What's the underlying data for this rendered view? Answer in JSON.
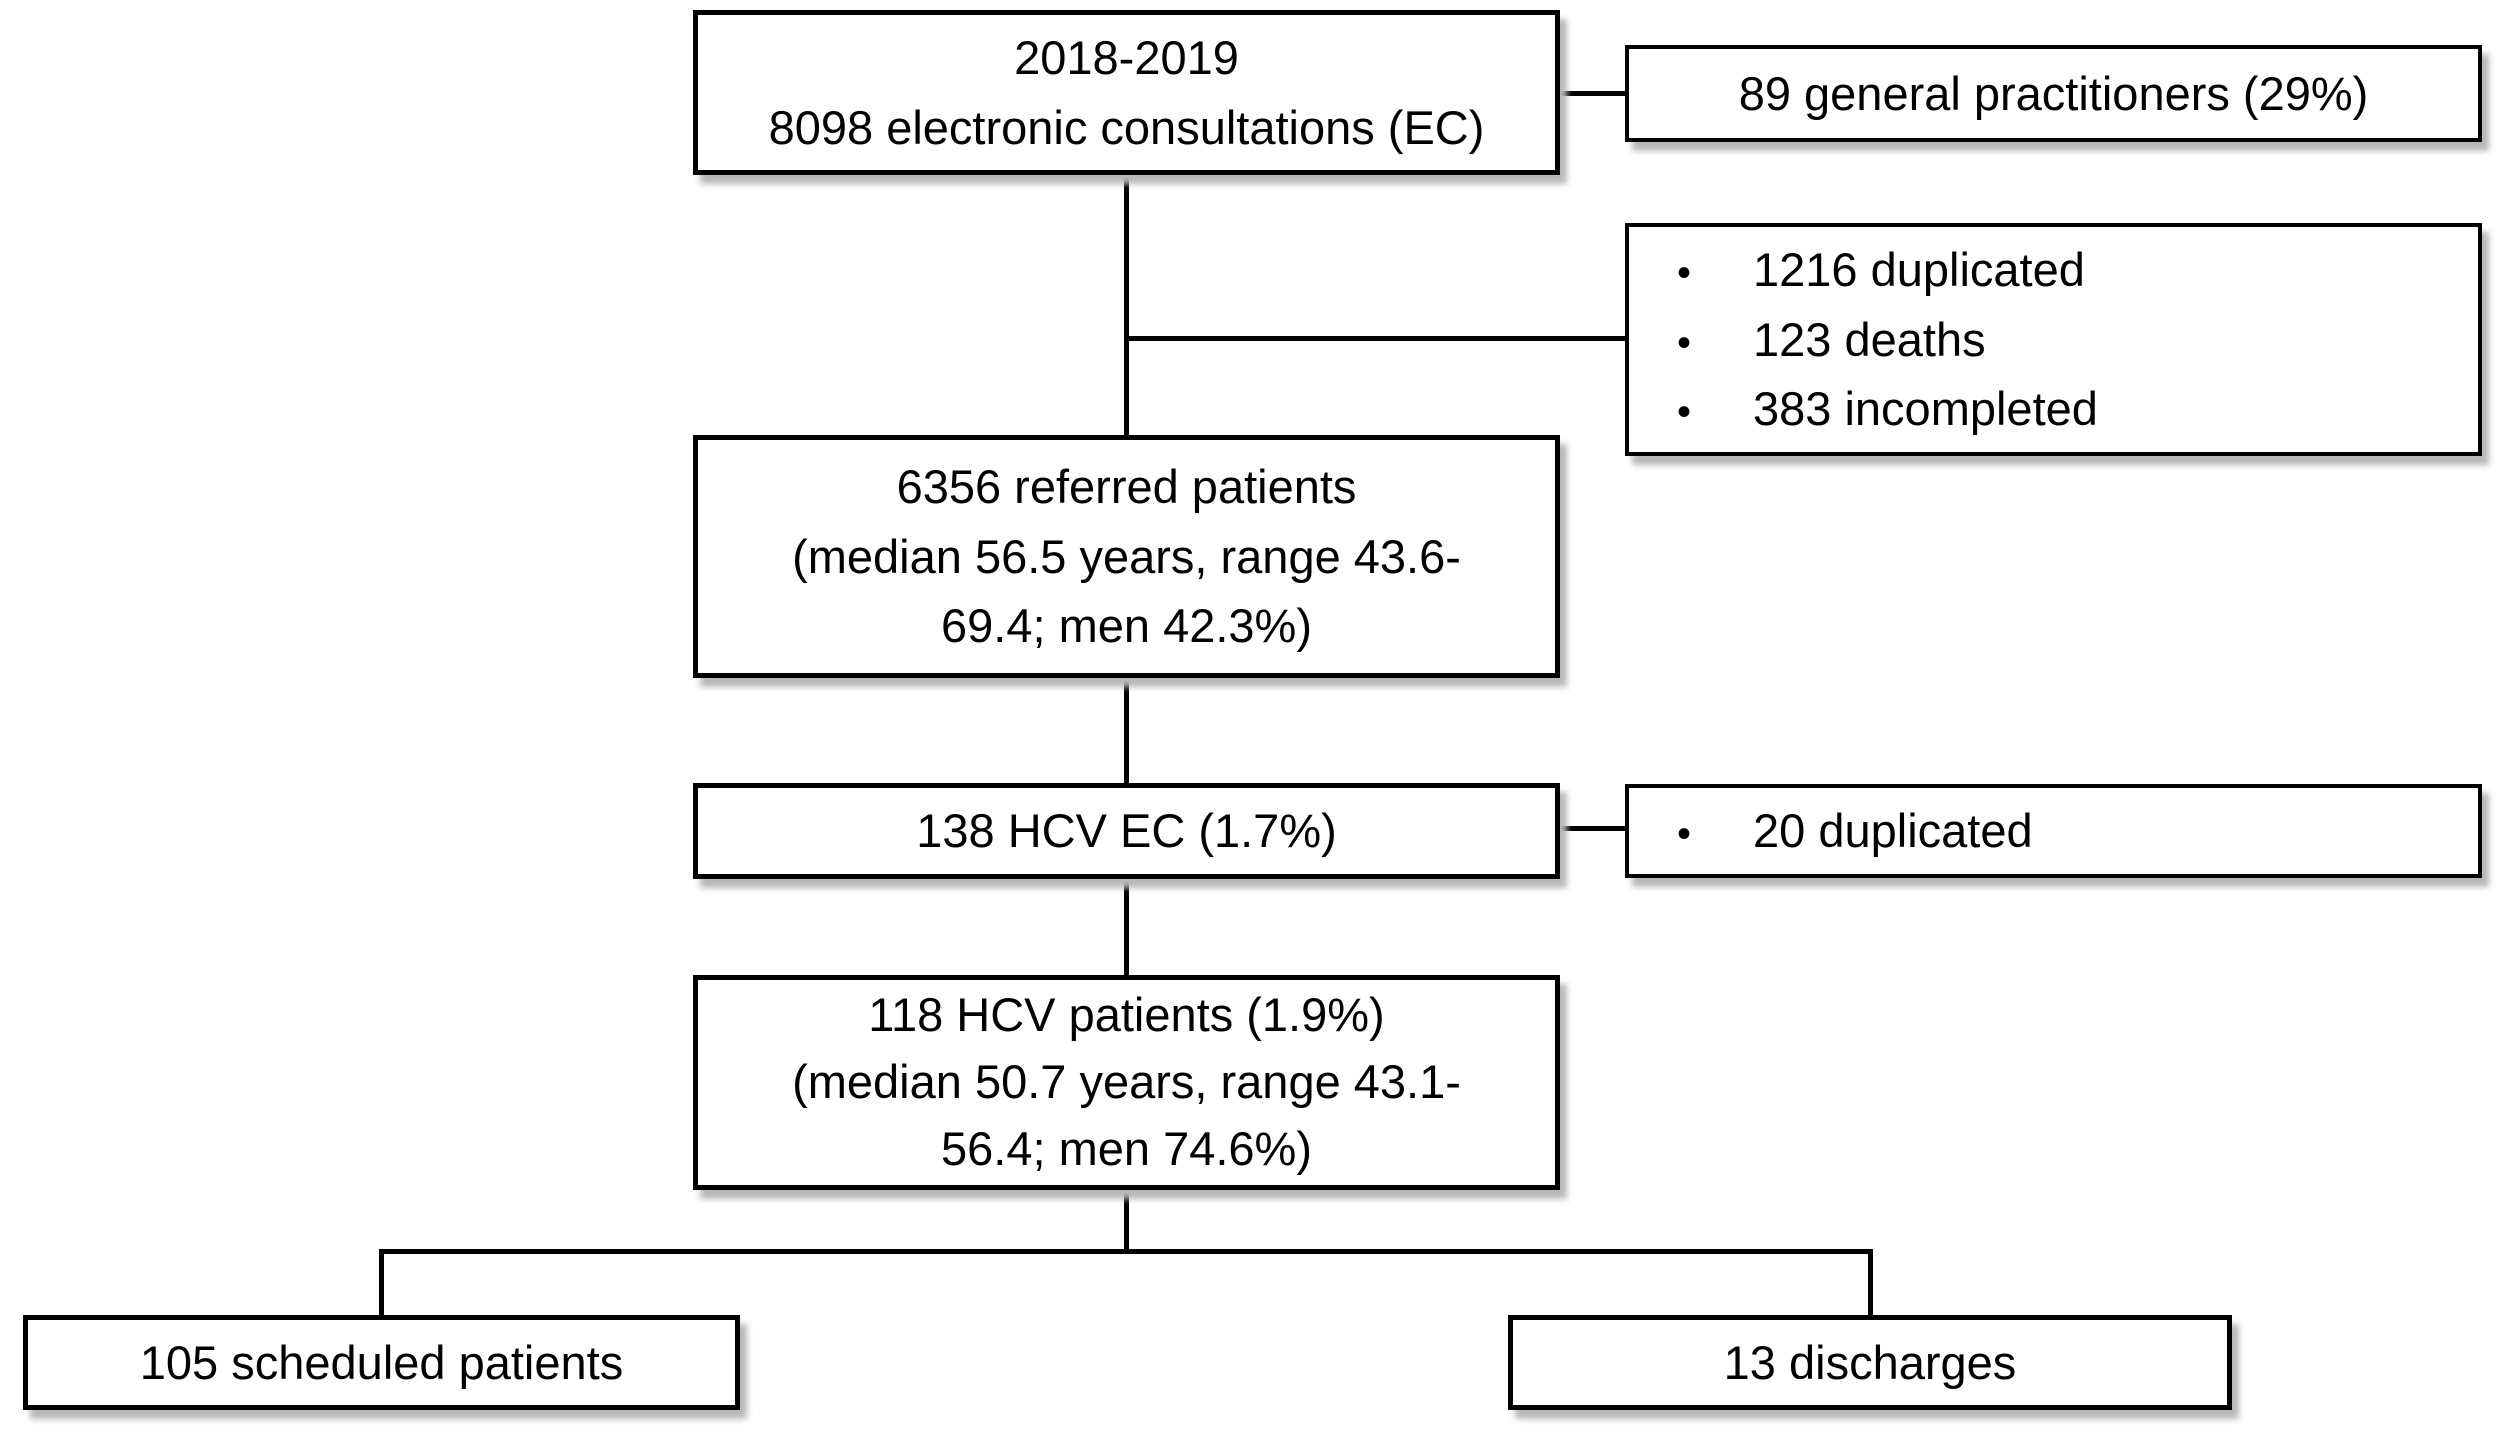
{
  "colors": {
    "background": "#ffffff",
    "box_fill": "#ffffff",
    "box_border": "#000000",
    "text": "#000000",
    "connector": "#000000",
    "shadow": "#b8b8b8"
  },
  "bullet_char": "•",
  "flow": {
    "ec": {
      "lines": [
        "2018-2019",
        "8098 electronic consultations (EC)"
      ]
    },
    "gp": {
      "text": "89 general practitioners (29%)"
    },
    "exclusions_primary": {
      "items": [
        "1216 duplicated",
        "123 deaths",
        "383 incompleted"
      ]
    },
    "referred": {
      "lines": [
        "6356 referred patients",
        "(median 56.5 years, range 43.6-",
        "69.4; men 42.3%)"
      ]
    },
    "hcv_ec": {
      "text": "138 HCV EC (1.7%)"
    },
    "exclusions_hcv": {
      "items": [
        "20 duplicated"
      ]
    },
    "hcv_patients": {
      "lines": [
        "118 HCV patients (1.9%)",
        "(median 50.7 years, range 43.1-",
        "56.4; men 74.6%)"
      ]
    },
    "scheduled": {
      "text": "105 scheduled patients"
    },
    "discharges": {
      "text": "13 discharges"
    }
  }
}
